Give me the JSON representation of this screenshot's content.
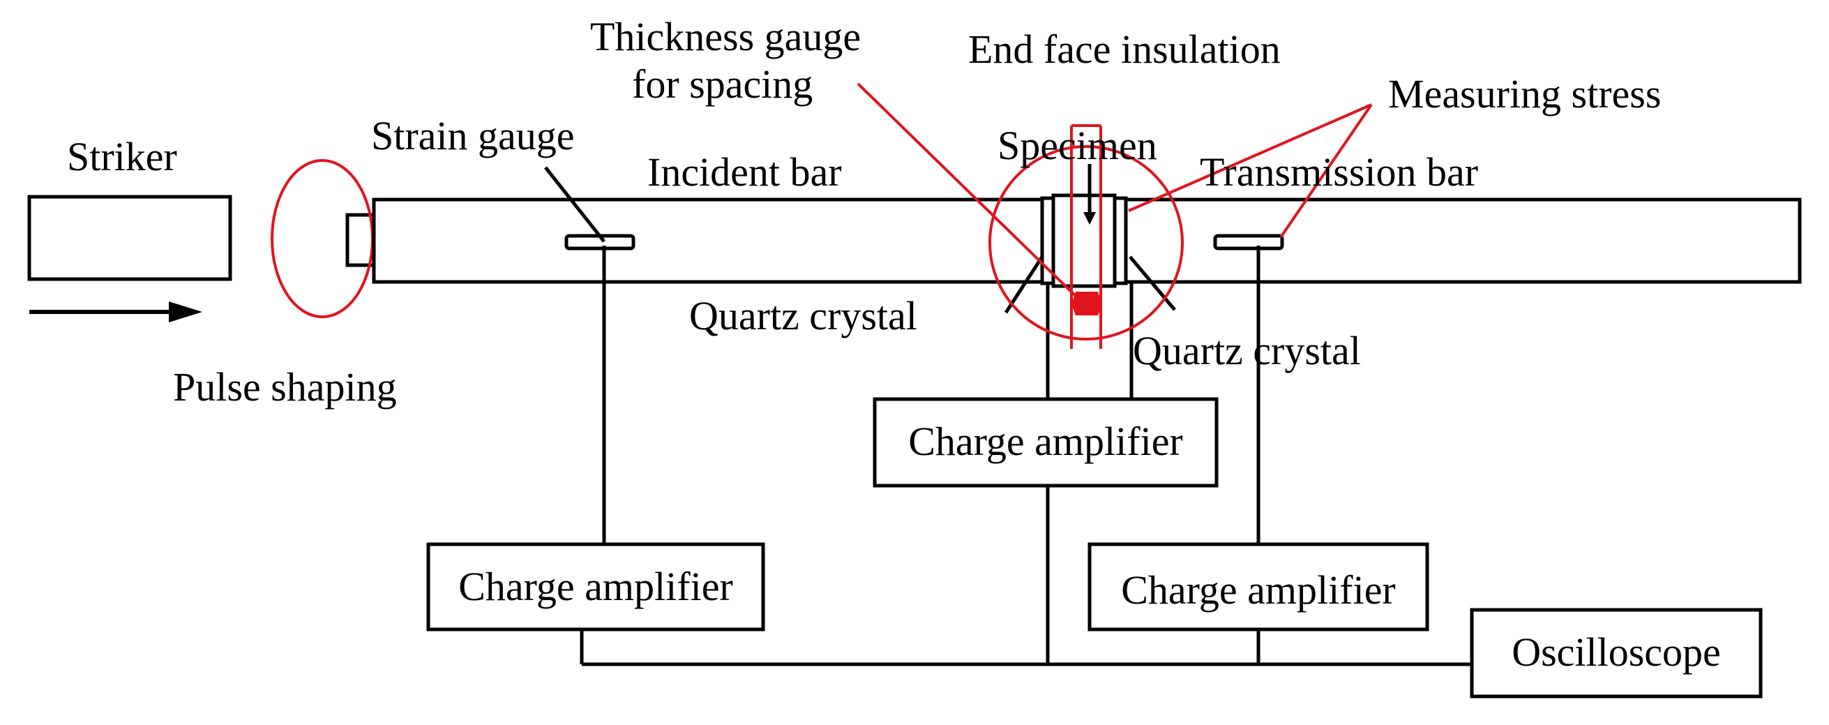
{
  "labels": {
    "striker": "Striker",
    "pulse_shaping": "Pulse shaping",
    "strain_gauge": "Strain gauge",
    "incident_bar": "Incident bar",
    "thickness_gauge_line1": "Thickness gauge",
    "thickness_gauge_line2": "for spacing",
    "end_face_insulation": "End face insulation",
    "measuring_stress": "Measuring stress",
    "specimen": "Specimen",
    "transmission_bar": "Transmission bar",
    "quartz_crystal_left": "Quartz crystal",
    "quartz_crystal_right": "Quartz crystal",
    "charge_amplifier_center": "Charge amplifier",
    "charge_amplifier_left": "Charge amplifier",
    "charge_amplifier_right": "Charge amplifier",
    "oscilloscope": "Oscilloscope"
  },
  "colors": {
    "annotation": "#e0141e",
    "line": "#000000"
  }
}
